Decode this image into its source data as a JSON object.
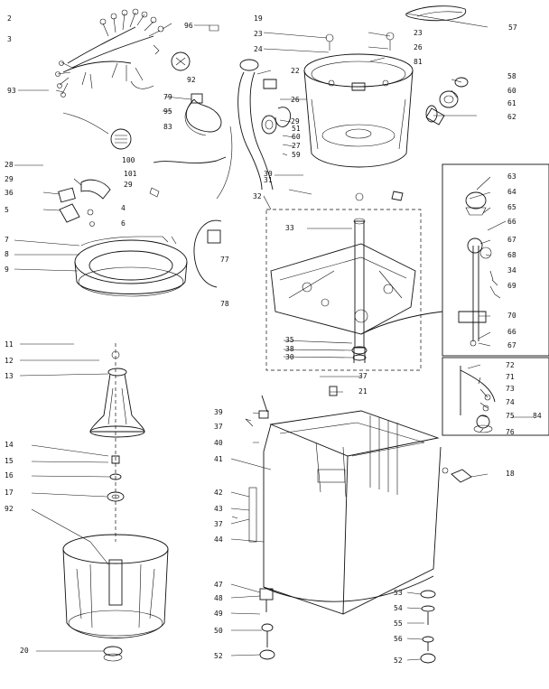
{
  "labels": {
    "l2": "2",
    "l3": "3",
    "l96": "96",
    "l19": "19",
    "l23a": "23",
    "l24": "24",
    "l23b": "23",
    "l26a": "26",
    "l81": "81",
    "l57": "57",
    "l93": "93",
    "l92": "92",
    "l22": "22",
    "l58": "58",
    "l60a": "60",
    "l61": "61",
    "l62": "62",
    "l79": "79",
    "l95": "95",
    "l26b": "26",
    "l83": "83",
    "l29a": "29",
    "l51": "51",
    "l60b": "60",
    "l27": "27",
    "l59": "59",
    "l100": "100",
    "l101": "101",
    "l29b": "29",
    "l28": "28",
    "l29c": "29",
    "l36a": "36",
    "l5": "5",
    "l4": "4",
    "l6": "6",
    "l30a": "30",
    "l31": "31",
    "l32": "32",
    "l33": "33",
    "l63": "63",
    "l64": "64",
    "l65": "65",
    "l66a": "66",
    "l7": "7",
    "l8": "8",
    "l9": "9",
    "l77": "77",
    "l67a": "67",
    "l68": "68",
    "l34": "34",
    "l69": "69",
    "l78": "78",
    "l70": "70",
    "l66b": "66",
    "l67b": "67",
    "l11": "11",
    "l12": "12",
    "l13": "13",
    "l35": "35",
    "l38": "38",
    "l30b": "30",
    "l37a": "37",
    "l21": "21",
    "l72": "72",
    "l71": "71",
    "l73": "73",
    "l74": "74",
    "l75": "75",
    "l84": "84",
    "l76": "76",
    "l39": "39",
    "l37b": "37",
    "l40": "40",
    "l14": "14",
    "l15": "15",
    "l16": "16",
    "l41": "41",
    "l18": "18",
    "l17": "17",
    "l42": "42",
    "l43": "43",
    "l37c": "37",
    "l44": "44",
    "l92b": "92",
    "l47": "47",
    "l53": "53",
    "l48": "48",
    "l54": "54",
    "l49": "49",
    "l55": "55",
    "l50": "50",
    "l56": "56",
    "l20": "20",
    "l52a": "52",
    "l52b": "52"
  }
}
